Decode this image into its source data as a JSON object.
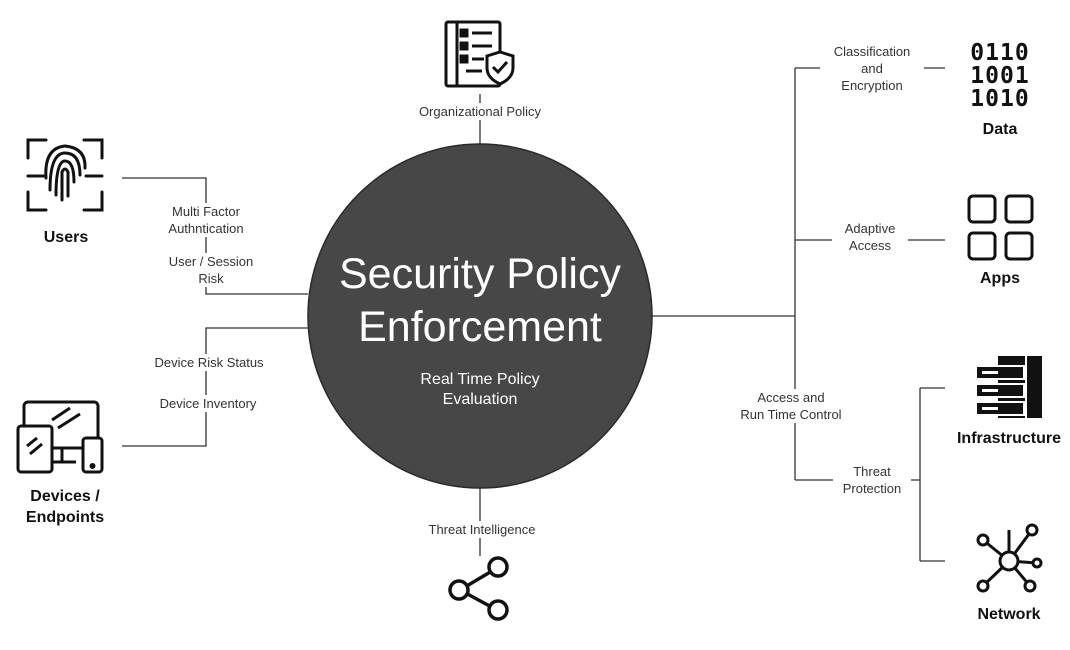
{
  "center": {
    "title_line1": "Security Policy",
    "title_line2": "Enforcement",
    "subtitle_line1": "Real Time Policy",
    "subtitle_line2": "Evaluation"
  },
  "top": {
    "label": "Organizational Policy",
    "icon": "policy-document-shield-icon"
  },
  "bottom": {
    "label": "Threat Intelligence",
    "icon": "share-nodes-icon"
  },
  "users": {
    "label": "Users",
    "icon": "fingerprint-scan-icon",
    "edge_label_1_line1": "Multi Factor",
    "edge_label_1_line2": "Authntication",
    "edge_label_2_line1": "User / Session",
    "edge_label_2_line2": "Risk"
  },
  "devices": {
    "label_line1": "Devices /",
    "label_line2": "Endpoints",
    "icon": "devices-icon",
    "edge_label_1": "Device Risk Status",
    "edge_label_2": "Device Inventory"
  },
  "data": {
    "label": "Data",
    "icon": "binary-data-icon",
    "binary_rows": [
      "0110",
      "1001",
      "1010"
    ],
    "edge_label_line1": "Classification",
    "edge_label_line2": "and",
    "edge_label_line3": "Encryption"
  },
  "apps": {
    "label": "Apps",
    "icon": "apps-grid-icon",
    "edge_label_line1": "Adaptive",
    "edge_label_line2": "Access"
  },
  "access": {
    "edge_label_line1": "Access and",
    "edge_label_line2": "Run Time Control"
  },
  "threat": {
    "edge_label_line1": "Threat",
    "edge_label_line2": "Protection"
  },
  "infrastructure": {
    "label": "Infrastructure",
    "icon": "server-stack-icon"
  },
  "network": {
    "label": "Network",
    "icon": "network-hub-icon"
  },
  "colors": {
    "circle": "#474747",
    "line": "#333333",
    "icon": "#111111",
    "center_text": "#ffffff"
  }
}
